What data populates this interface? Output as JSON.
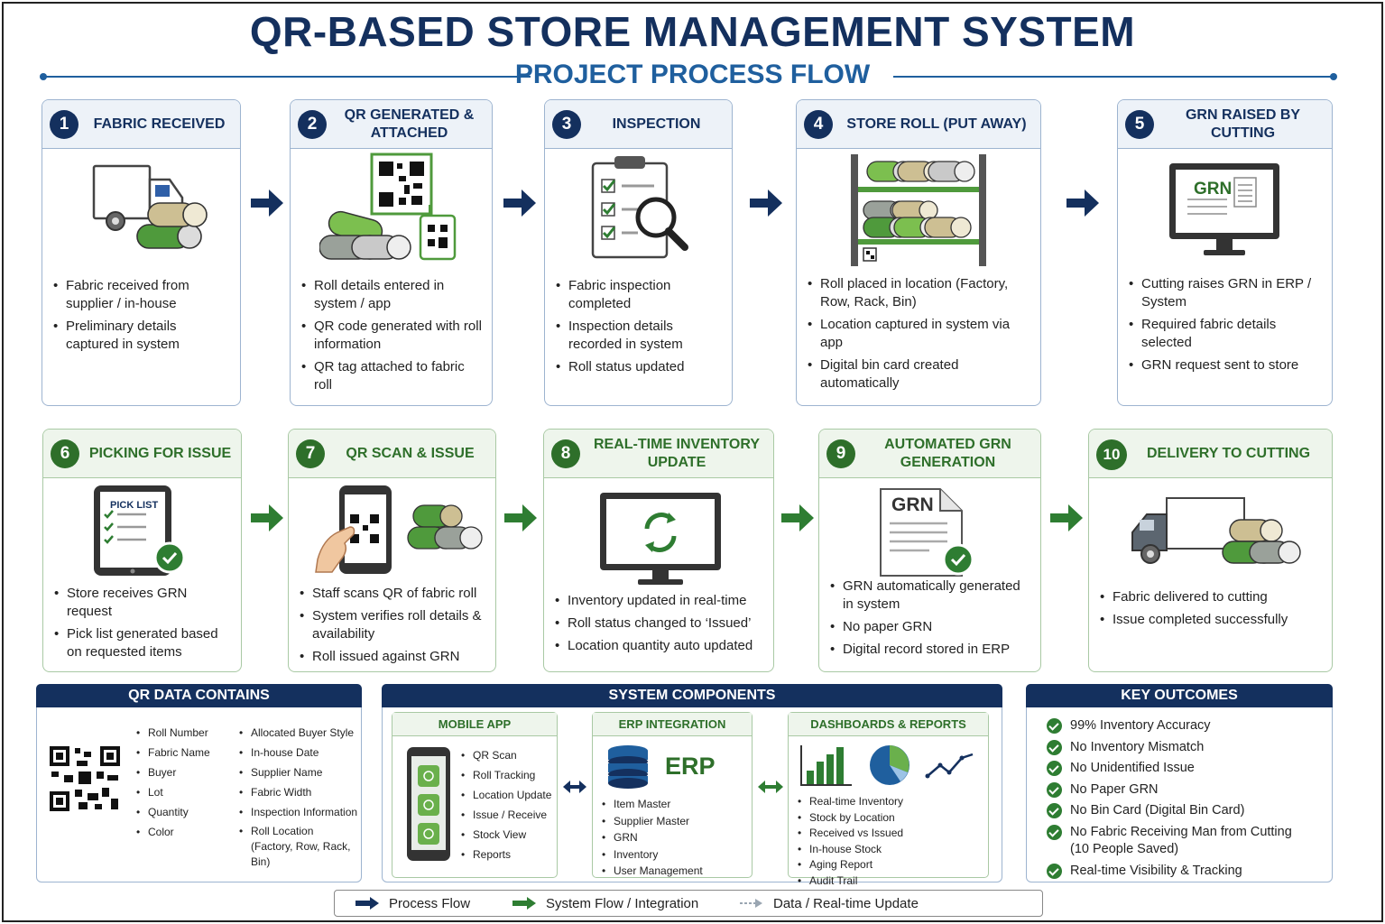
{
  "title": "QR-BASED STORE MANAGEMENT SYSTEM",
  "subtitle": "PROJECT PROCESS FLOW",
  "steps": [
    {
      "num": "1",
      "title": "FABRIC RECEIVED",
      "bullets": [
        "Fabric received from supplier / in-house",
        "Preliminary details captured in system"
      ]
    },
    {
      "num": "2",
      "title": "QR GENERATED & ATTACHED",
      "bullets": [
        "Roll details entered in system / app",
        "QR code generated with roll information",
        "QR tag attached to fabric roll"
      ]
    },
    {
      "num": "3",
      "title": "INSPECTION",
      "bullets": [
        "Fabric inspection completed",
        "Inspection details recorded in system",
        "Roll status updated"
      ]
    },
    {
      "num": "4",
      "title": "STORE ROLL (PUT AWAY)",
      "bullets": [
        "Roll placed in location (Factory, Row, Rack, Bin)",
        "Location captured in system via app",
        "Digital bin card created automatically"
      ]
    },
    {
      "num": "5",
      "title": "GRN RAISED BY CUTTING",
      "bullets": [
        "Cutting raises GRN in ERP / System",
        "Required fabric details selected",
        "GRN request sent to store"
      ]
    },
    {
      "num": "6",
      "title": "PICKING FOR ISSUE",
      "bullets": [
        "Store receives GRN request",
        "Pick list generated based on requested items"
      ]
    },
    {
      "num": "7",
      "title": "QR SCAN & ISSUE",
      "bullets": [
        "Staff scans QR of fabric roll",
        "System verifies roll details & availability",
        "Roll issued against GRN"
      ]
    },
    {
      "num": "8",
      "title": "REAL-TIME INVENTORY UPDATE",
      "bullets": [
        "Inventory updated in real-time",
        "Roll status changed to ‘Issued’",
        "Location quantity auto updated"
      ]
    },
    {
      "num": "9",
      "title": "AUTOMATED GRN GENERATION",
      "bullets": [
        "GRN automatically generated in system",
        "No paper GRN",
        "Digital record stored in ERP"
      ]
    },
    {
      "num": "10",
      "title": "DELIVERY TO CUTTING",
      "bullets": [
        "Fabric delivered to cutting",
        "Issue completed successfully"
      ]
    }
  ],
  "illus_text": {
    "grn": "GRN",
    "pick_list": "PICK LIST",
    "erp": "ERP"
  },
  "qr_data": {
    "title": "QR DATA CONTAINS",
    "col1": [
      "Roll Number",
      "Fabric Name",
      "Buyer",
      "Lot",
      "Quantity",
      "Color"
    ],
    "col2": [
      "Allocated Buyer Style",
      "In-house Date",
      "Supplier Name",
      "Fabric Width",
      "Inspection Information",
      "Roll Location (Factory, Row, Rack, Bin)"
    ]
  },
  "components": {
    "title": "SYSTEM COMPONENTS",
    "mobile": {
      "title": "MOBILE APP",
      "items": [
        "QR Scan",
        "Roll Tracking",
        "Location Update",
        "Issue / Receive",
        "Stock View",
        "Reports"
      ]
    },
    "erp": {
      "title": "ERP INTEGRATION",
      "items": [
        "Item Master",
        "Supplier Master",
        "GRN",
        "Inventory",
        "User Management"
      ]
    },
    "dash": {
      "title": "DASHBOARDS & REPORTS",
      "items": [
        "Real-time Inventory",
        "Stock by Location",
        "Received vs Issued",
        "In-house Stock",
        "Aging Report",
        "Audit Trail"
      ]
    }
  },
  "outcomes": {
    "title": "KEY OUTCOMES",
    "items": [
      "99% Inventory Accuracy",
      "No Inventory Mismatch",
      "No Unidentified Issue",
      "No Paper GRN",
      "No Bin Card (Digital Bin Card)",
      "No Fabric Receiving Man from Cutting (10 People Saved)",
      "Real-time Visibility & Tracking"
    ]
  },
  "legend": {
    "process": "Process Flow",
    "system": "System Flow / Integration",
    "data": "Data / Real-time Update"
  },
  "colors": {
    "navy": "#14305e",
    "blue": "#1f5f9e",
    "green": "#2e6f2a",
    "check_green": "#2e7d32"
  }
}
